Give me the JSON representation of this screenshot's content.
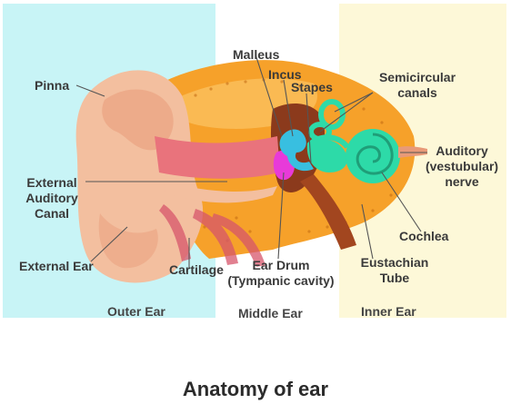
{
  "regions": {
    "outer": "Outer Ear",
    "middle": "Middle Ear",
    "inner": "Inner Ear"
  },
  "labels": {
    "pinna": "Pinna",
    "external_canal": [
      "External",
      "Auditory",
      "Canal"
    ],
    "external_ear": "External Ear",
    "cartilage": "Cartilage",
    "malleus": "Malleus",
    "incus": "Incus",
    "stapes": "Stapes",
    "semicircular": [
      "Semicircular",
      "canals"
    ],
    "auditory_nerve": [
      "Auditory",
      "(vestubular)",
      "nerve"
    ],
    "cochlea": "Cochlea",
    "eustachian": [
      "Eustachian",
      "Tube"
    ],
    "ear_drum": [
      "Ear Drum",
      "(Tympanic cavity)"
    ]
  },
  "caption": "Anatomy of ear",
  "colors": {
    "outer_bg": "#c8f4f6",
    "inner_bg": "#fdf8d8",
    "skin": "#f3bf9f",
    "skin_shadow": "#e89a78",
    "bone_orange": "#f6a12a",
    "bone_light": "#fbc05e",
    "canal": "#e9737c",
    "cochlea": "#2ddaa8",
    "ear_drum": "#e83ad9",
    "ossicle": "#38bfe0",
    "cavity": "#8b3a1c",
    "label": "#3a3a3a"
  }
}
